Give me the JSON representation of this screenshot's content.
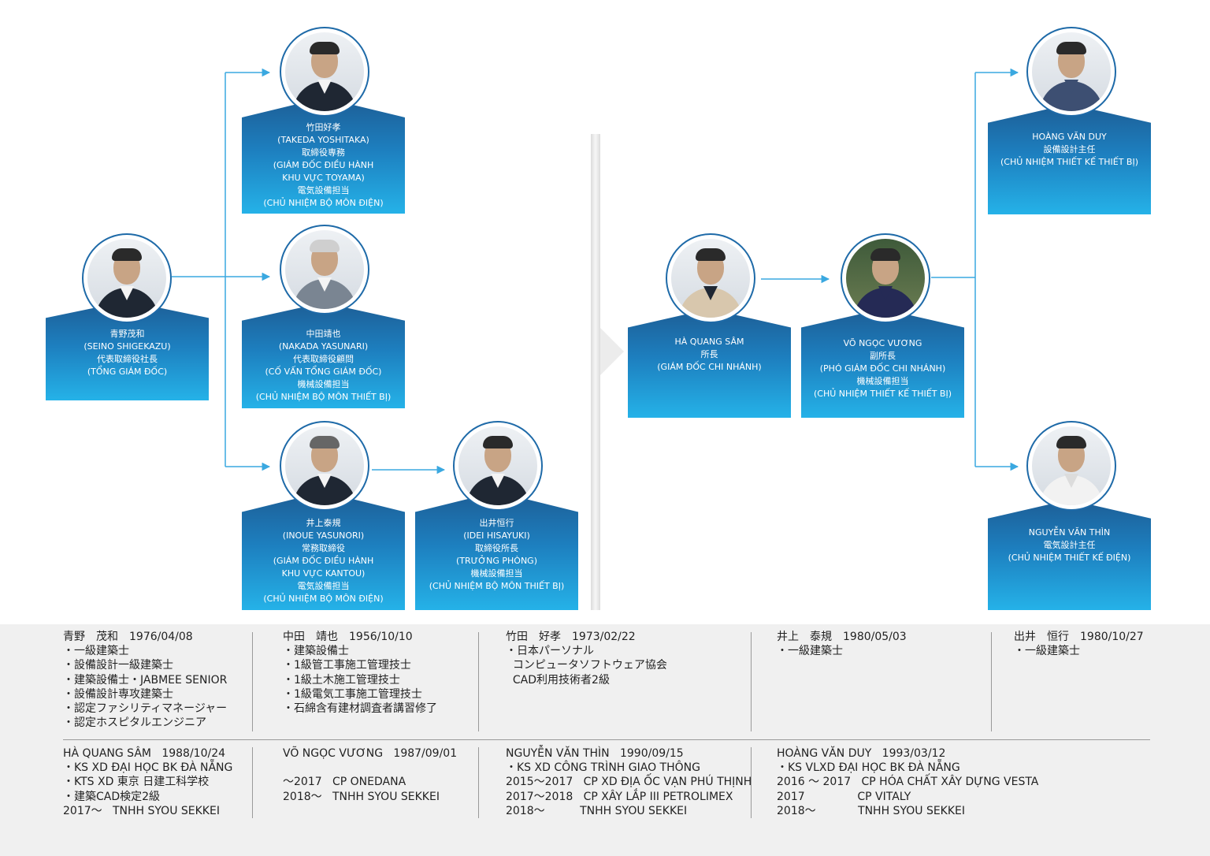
{
  "colors": {
    "card_top": "#1d5e96",
    "card_bottom": "#25b2e8",
    "connector": "#3aa8e0",
    "footer_bg": "#f0f0f0"
  },
  "people": {
    "seino": {
      "lines": [
        "青野茂和",
        "(SEINO SHIGEKAZU)",
        "代表取締役社長",
        "(TỔNG GIÁM ĐỐC)"
      ]
    },
    "takeda": {
      "lines": [
        "竹田好孝",
        "(TAKEDA YOSHITAKA)",
        "取締役専務",
        "(GIÁM ĐỐC ĐIỀU HÀNH",
        "KHU VỰC TOYAMA)",
        "電気設備担当",
        "(CHỦ NHIỆM BỘ MÔN ĐIỆN)"
      ]
    },
    "nakada": {
      "lines": [
        "中田靖也",
        "(NAKADA YASUNARI)",
        "代表取締役顧問",
        "(CỐ VẤN TỔNG GIÁM ĐỐC)",
        "機械設備担当",
        "(CHỦ NHIỆM BỘ MÔN THIẾT BỊ)"
      ]
    },
    "inoue": {
      "lines": [
        "井上泰規",
        "(INOUE YASUNORI)",
        "常務取締役",
        "(GIÁM ĐỐC ĐIỀU HÀNH",
        "KHU VỰC KANTOU)",
        "電気設備担当",
        "(CHỦ NHIỆM BỘ MÔN ĐIỆN)"
      ]
    },
    "idei": {
      "lines": [
        "出井恒行",
        "(IDEI HISAYUKI)",
        "取締役所長",
        "(TRƯỞNG PHÒNG)",
        "機械設備担当",
        "(CHỦ NHIỆM BỘ MÔN THIẾT BỊ)"
      ]
    },
    "ha": {
      "lines": [
        "HÀ QUANG SÂM",
        "所長",
        "(GIÁM ĐỐC CHI NHÁNH)"
      ]
    },
    "vo": {
      "lines": [
        "VÕ NGỌC VƯƠNG",
        "副所長",
        "(PHÓ GIÁM ĐỐC CHI NHÁNH)",
        "機械設備担当",
        "(CHỦ NHIỆM THIẾT KẾ THIẾT BỊ)"
      ]
    },
    "hoang": {
      "lines": [
        "HOÀNG VĂN DUY",
        "設備設計主任",
        "(CHỦ NHIỆM THIẾT KẾ THIẾT BỊ)"
      ]
    },
    "nguyen": {
      "lines": [
        "NGUYỄN VĂN THÌN",
        "電気設計主任",
        "(CHỦ NHIỆM THIẾT KẾ ĐIỆN)"
      ]
    }
  },
  "bios": {
    "seino": [
      "青野　茂和　1976/04/08",
      "・一級建築士",
      "・設備設計一級建築士",
      "・建築設備士・JABMEE SENIOR",
      "・設備設計専攻建築士",
      "・認定ファシリティマネージャー",
      "・認定ホスピタルエンジニア"
    ],
    "nakada": [
      "中田　靖也　1956/10/10",
      "・建築設備士",
      "・1級管工事施工管理技士",
      "・1級土木施工管理技士",
      "・1級電気工事施工管理技士",
      "・石綿含有建材調査者講習修了"
    ],
    "takeda": [
      "竹田　好孝　1973/02/22",
      "・日本パーソナル",
      "  コンピュータソフトウェア協会",
      "  CAD利用技術者2級"
    ],
    "inoue": [
      "井上　泰規　1980/05/03",
      "・一級建築士"
    ],
    "idei": [
      "出井　恒行　1980/10/27",
      "・一級建築士"
    ],
    "ha": [
      "HÀ QUANG SÂM   1988/10/24",
      "・KS XD ĐẠI HỌC BK ĐÀ NẴNG",
      "・KTS XD 東京 日建工科学校",
      "・建築CAD検定2級",
      "2017～   TNHH SYOU SEKKEI"
    ],
    "vo": [
      "VÕ NGỌC VƯƠNG   1987/09/01",
      "",
      "～2017   CP ONEDANA",
      "2018～   TNHH SYOU SEKKEI"
    ],
    "nguyen": [
      "NGUYỄN VĂN THÌN   1990/09/15",
      "・KS XD CÔNG TRÌNH GIAO THÔNG",
      "2015～2017   CP XD ĐỊA ỐC VẠN PHÚ THỊNH",
      "2017～2018   CP XÂY LẮP III PETROLIMEX",
      "2018～          TNHH SYOU SEKKEI"
    ],
    "hoang": [
      "HOÀNG VĂN DUY   1993/03/12",
      "・KS VLXD ĐẠI HỌC BK ĐÀ NẴNG",
      "2016 ～ 2017   CP HÓA CHẤT XÂY DỰNG VESTA",
      "2017               CP VITALY",
      "2018～            TNHH SYOU SEKKEI"
    ]
  }
}
